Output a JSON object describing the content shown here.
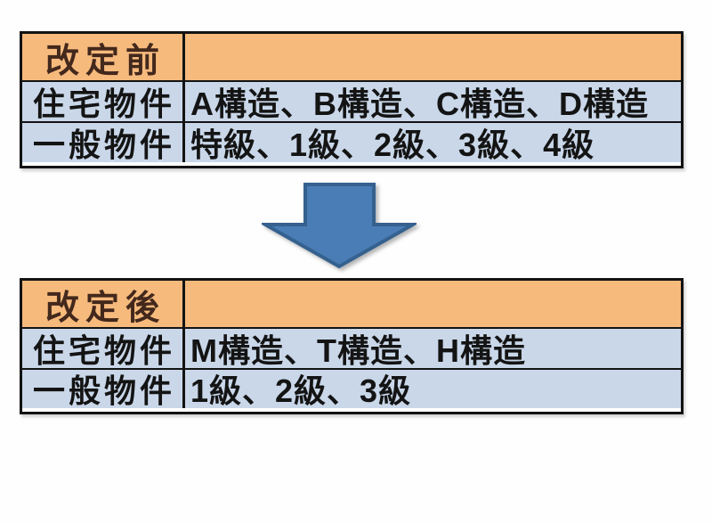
{
  "figure": {
    "description_visible": "before/after revision comparison tables linked by a down arrow",
    "colors": {
      "header_bg": "#F6BA7D",
      "cell_bg": "#C9D7E9",
      "border": "#131313",
      "header_text": "#43281C",
      "body_text": "#141414",
      "arrow_fill": "#4A7CB5",
      "arrow_stroke": "#35618F",
      "page_bg": "#FEFEFE"
    }
  },
  "before_table": {
    "title": "改定前",
    "rows": [
      {
        "label": "住宅物件",
        "value": "A構造、B構造、C構造、D構造"
      },
      {
        "label": "一般物件",
        "value": "特級、1級、2級、3級、4級"
      }
    ]
  },
  "arrow": {
    "direction": "down"
  },
  "after_table": {
    "title": "改定後",
    "rows": [
      {
        "label": "住宅物件",
        "value": "M構造、T構造、H構造"
      },
      {
        "label": "一般物件",
        "value": "1級、2級、3級"
      }
    ]
  }
}
